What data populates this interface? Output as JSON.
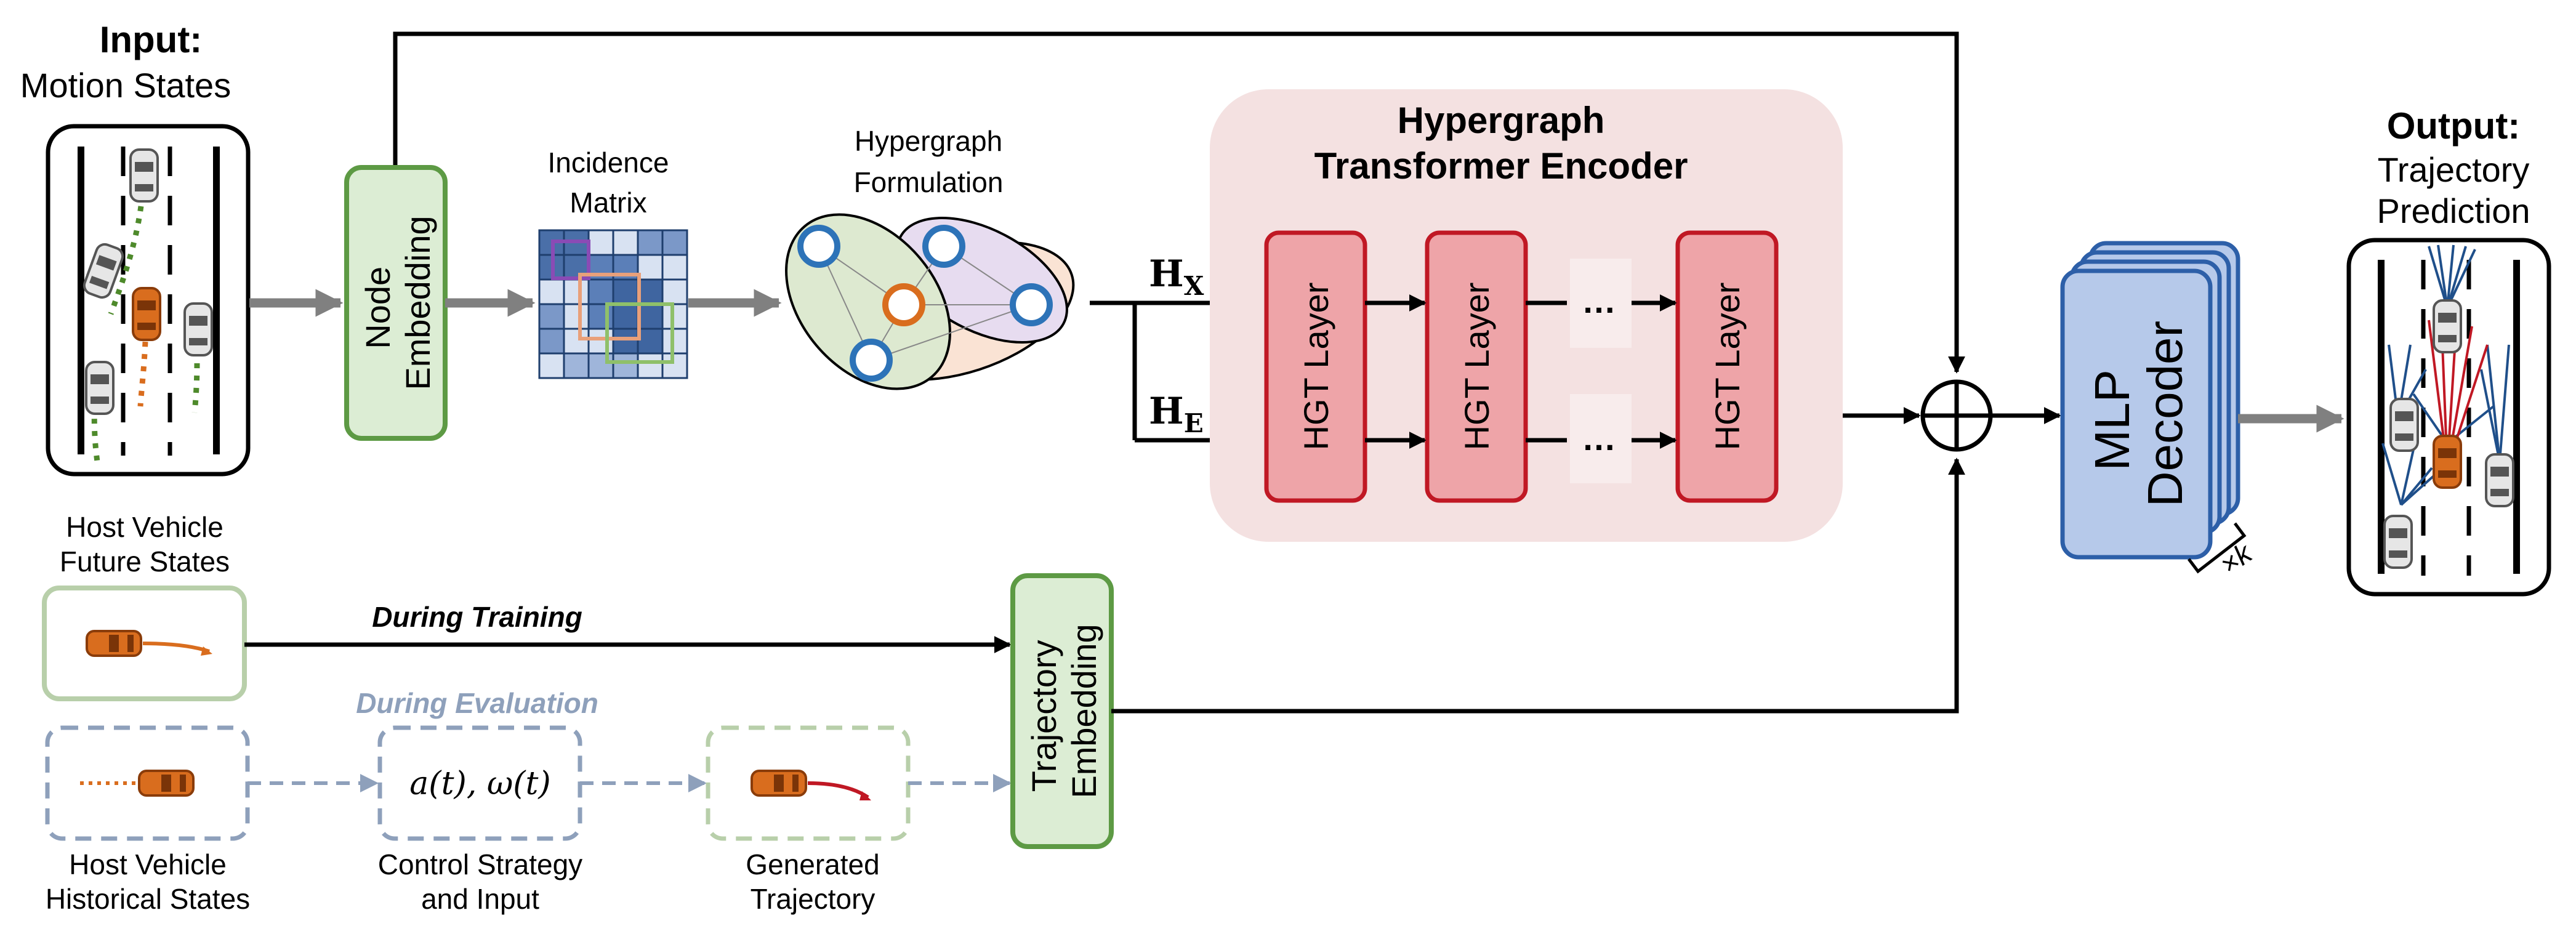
{
  "input": {
    "title": "Input:",
    "subtitle": "Motion States"
  },
  "node_embedding": {
    "line1": "Node",
    "line2": "Embedding"
  },
  "incidence": {
    "line1": "Incidence",
    "line2": "Matrix"
  },
  "hypergraph_formulation": {
    "line1": "Hypergraph",
    "line2": "Formulation"
  },
  "encoder": {
    "title_line1": "Hypergraph",
    "title_line2": "Transformer Encoder",
    "layer_label": "HGT Layer",
    "ellipsis": "…",
    "hx": "H",
    "hx_sub": "X",
    "he": "H",
    "he_sub": "E"
  },
  "decoder": {
    "line1": "MLP",
    "line2": "Decoder",
    "multiplier": "×k"
  },
  "output": {
    "title": "Output:",
    "line2": "Trajectory",
    "line3": "Prediction"
  },
  "host_future": {
    "line1": "Host Vehicle",
    "line2": "Future States"
  },
  "during_training": "During Training",
  "during_evaluation": "During Evaluation",
  "host_history": {
    "line1": "Host Vehicle",
    "line2": "Historical States"
  },
  "control": {
    "formula": "a(t), ω(t)",
    "line1": "Control Strategy",
    "line2": "and Input"
  },
  "generated": {
    "line1": "Generated",
    "line2": "Trajectory"
  },
  "trajectory_embedding": {
    "line1": "Trajectory",
    "line2": "Embedding"
  },
  "colors": {
    "green_fill": "#dcedd4",
    "green_stroke": "#5d9a44",
    "red_fill": "#eea4a8",
    "red_stroke": "#c01824",
    "encoder_bg": "#f4e1e1",
    "blue_fill": "#b6c9ea",
    "blue_stroke": "#2d5fa8",
    "car_orange": "#d96d1e",
    "gray_arrow": "#808080",
    "dash_blue": "#8ea0bb"
  }
}
